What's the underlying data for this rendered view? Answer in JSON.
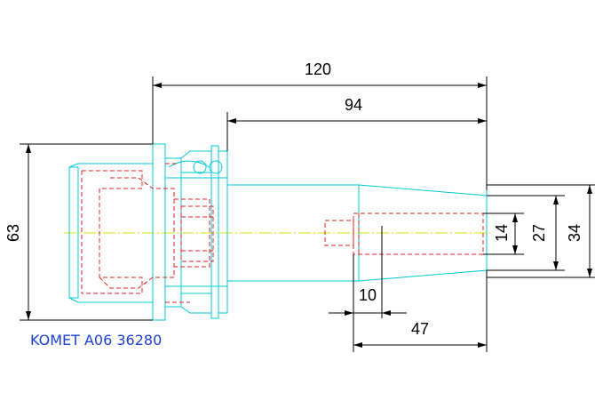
{
  "drawing": {
    "caption": "KOMET A06 36280",
    "dimensions": {
      "overall_length": "120",
      "shank_length": "94",
      "flange_diameter": "63",
      "bore_diameter": "14",
      "taper_small_diameter": "27",
      "taper_large_diameter": "34",
      "bore_offset": "10",
      "bore_depth": "47"
    }
  }
}
